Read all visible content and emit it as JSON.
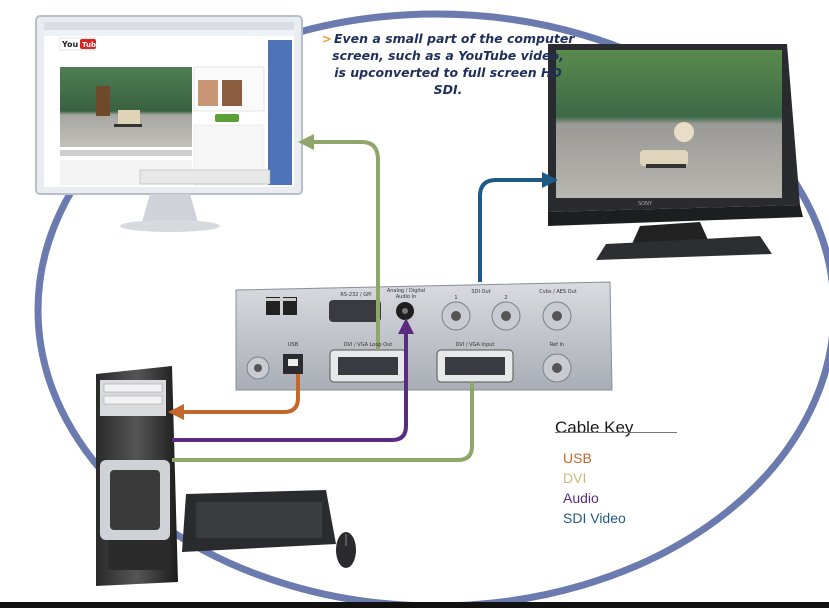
{
  "callout": {
    "lines": [
      "Even a small part of the computer",
      "screen, such as a YouTube video,",
      "is upconverted to full screen HD SDI."
    ]
  },
  "cable_key": {
    "title": "Cable Key",
    "items": [
      {
        "label": "USB",
        "color": "#c4672a"
      },
      {
        "label": "DVI",
        "color": "#c9b77c"
      },
      {
        "label": "Audio",
        "color": "#5a2b7e"
      },
      {
        "label": "SDI Video",
        "color": "#1f5a86"
      }
    ]
  },
  "converter": {
    "ports": {
      "rs232": "RS-232 / GPI",
      "audio_in": "Analog / Digital Audio In",
      "sdi_out": "SDI Out",
      "sdi_out_1": "1",
      "sdi_out_2": "2",
      "cvbs": "Cvbs / AES Out",
      "usb": "USB",
      "dvi_loop": "DVI / VGA Loop Out",
      "dvi_input": "DVI / VGA Input",
      "ref_in": "Ref In"
    }
  },
  "colors": {
    "ellipse": "#6b7bb0",
    "usb": "#c4672a",
    "dvi": "#8fa66a",
    "audio": "#5a2b7e",
    "sdi": "#1f5a86"
  }
}
